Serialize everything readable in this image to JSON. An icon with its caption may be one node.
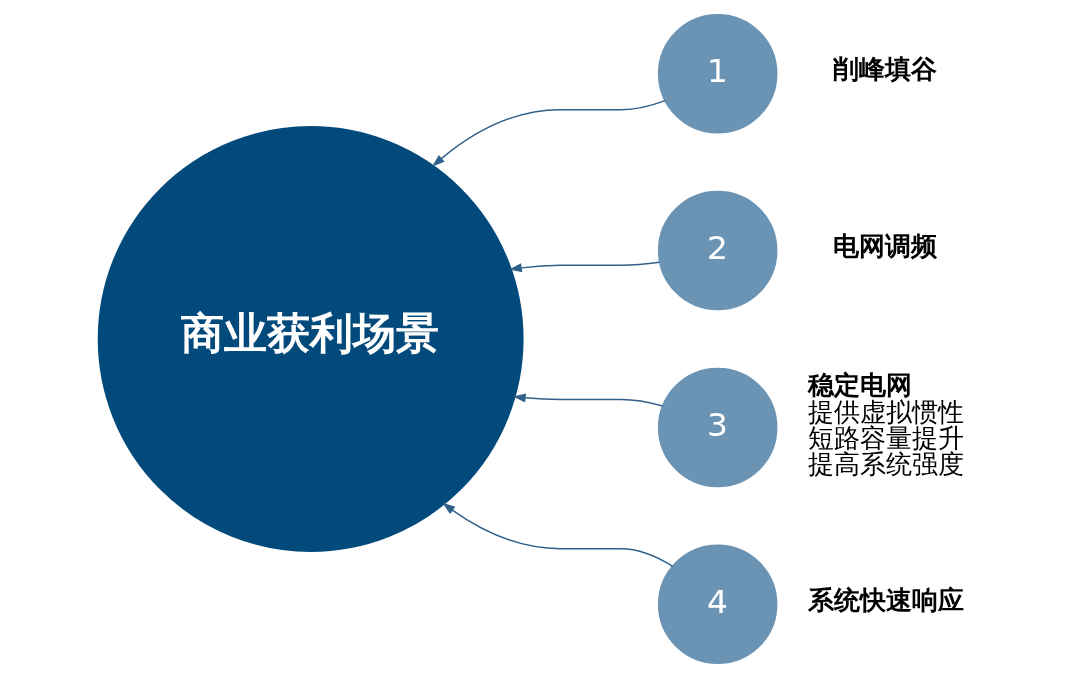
{
  "diagram": {
    "nodes": [
      {
        "text": [
          "商业获利场景"
        ]
      },
      {
        "text": [
          "1"
        ],
        "beside": [
          "削峰填谷"
        ]
      },
      {
        "text": [
          "2"
        ],
        "beside": [
          "电网调频"
        ]
      },
      {
        "text": [
          "3"
        ],
        "beside": [
          "稳定电网",
          "提供虚拟惯性",
          "短路容量提升",
          "提高系统强度"
        ]
      },
      {
        "text": [
          "4"
        ],
        "beside": [
          "系统快速响应"
        ]
      }
    ],
    "edges": [
      {
        "from": 1,
        "to": 0,
        "arrow": "to"
      },
      {
        "from": 2,
        "to": 0,
        "arrow": "to"
      },
      {
        "from": 3,
        "to": 0,
        "arrow": "to"
      },
      {
        "from": 4,
        "to": 0,
        "arrow": "to"
      }
    ]
  }
}
